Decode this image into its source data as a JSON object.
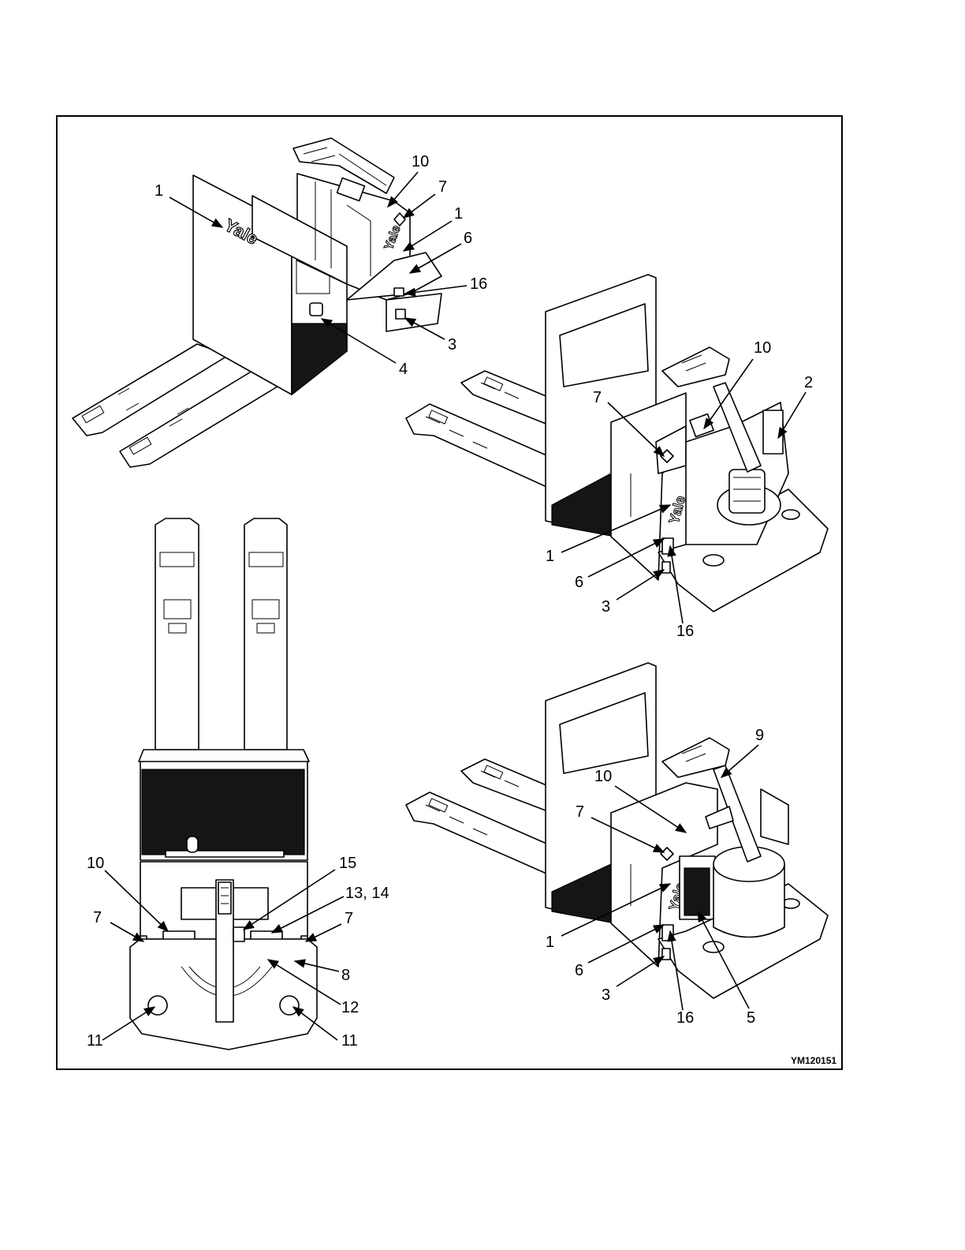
{
  "figure": {
    "reference_code": "YM120151",
    "logo_text": "Yale",
    "callouts": {
      "top_left": [
        "1",
        "10",
        "7",
        "1",
        "6",
        "16",
        "3",
        "4"
      ],
      "middle_right": [
        "10",
        "2",
        "7",
        "1",
        "6",
        "3",
        "16"
      ],
      "bottom_left": [
        "10",
        "15",
        "13, 14",
        "7",
        "7",
        "8",
        "12",
        "11",
        "11"
      ],
      "bottom_right": [
        "9",
        "10",
        "7",
        "1",
        "6",
        "3",
        "16",
        "5"
      ]
    }
  }
}
